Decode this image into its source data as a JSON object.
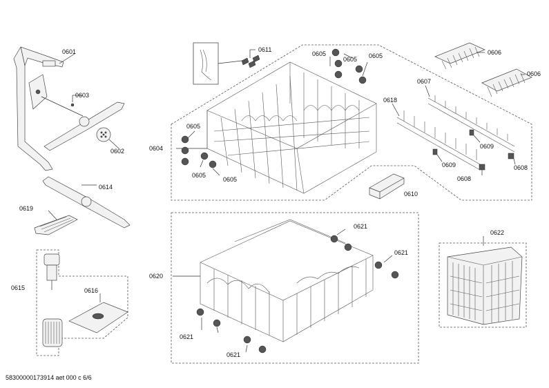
{
  "labels": {
    "l0601": "0601",
    "l0602": "0602",
    "l0603": "0603",
    "l0604": "0604",
    "l0605a": "0605",
    "l0605b": "0605",
    "l0605c": "0605",
    "l0605d": "0605",
    "l0605e": "0605",
    "l0605f": "0605",
    "l0606a": "0606",
    "l0606b": "0606",
    "l0607": "0607",
    "l0608a": "0608",
    "l0608b": "0608",
    "l0609a": "0609",
    "l0609b": "0609",
    "l0610": "0610",
    "l0611": "0611",
    "l0614": "0614",
    "l0615": "0615",
    "l0616": "0616",
    "l0618": "0618",
    "l0619": "0619",
    "l0620": "0620",
    "l0621a": "0621",
    "l0621b": "0621",
    "l0621c": "0621",
    "l0621d": "0621",
    "l0622": "0622"
  },
  "footer": "58300000173914 aet 000 c 6/6"
}
